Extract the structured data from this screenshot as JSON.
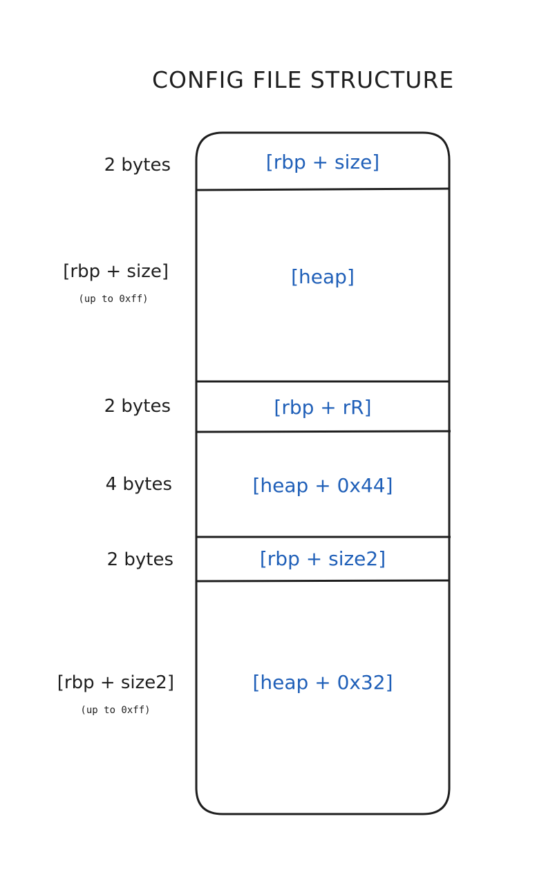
{
  "title": "CONFIG FILE STRUCTURE",
  "stroke_color": "#1e1e1e",
  "field_color": "#1f5fb8",
  "rows": [
    {
      "size": "2 bytes",
      "note": "",
      "field": "[rbp + size]"
    },
    {
      "size": "[rbp + size]",
      "note": "(up to 0xff)",
      "field": "[heap]"
    },
    {
      "size": "2 bytes",
      "note": "",
      "field": "[rbp + rR]"
    },
    {
      "size": "4 bytes",
      "note": "",
      "field": "[heap + 0x44]"
    },
    {
      "size": "2 bytes",
      "note": "",
      "field": "[rbp + size2]"
    },
    {
      "size": "[rbp + size2]",
      "note": "(up to 0xff)",
      "field": "[heap + 0x32]"
    }
  ]
}
